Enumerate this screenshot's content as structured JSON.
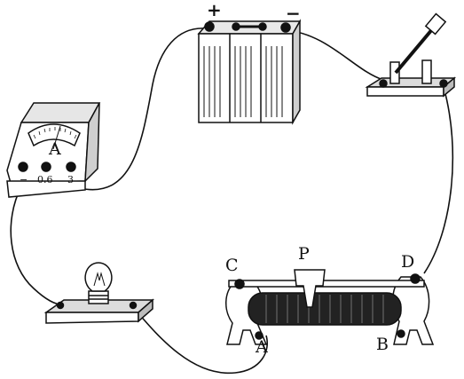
{
  "battery": {
    "plus": "+",
    "minus": "−"
  },
  "ammeter": {
    "symbol": "A",
    "terminals": [
      "−",
      "0.6",
      "3"
    ]
  },
  "rheostat": {
    "slider": "P",
    "top_left": "C",
    "top_right": "D",
    "bottom_left": "A",
    "bottom_right": "B"
  },
  "colors": {
    "ink": "#111111",
    "paper": "#ffffff"
  }
}
